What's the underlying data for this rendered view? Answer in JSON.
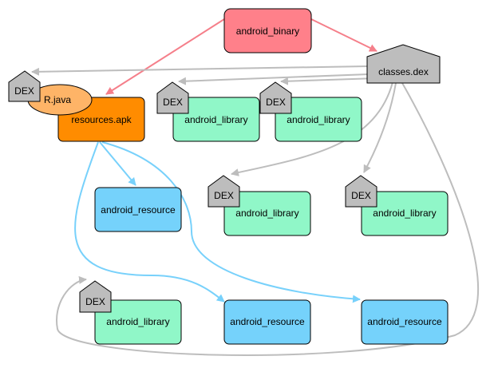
{
  "colors": {
    "binary": "#ff808a",
    "apk": "#ff8c00",
    "library": "#90f7c8",
    "resource": "#75d2fb",
    "rjava": "#feb467",
    "dex": "#bdbdbd",
    "edge_red": "#f57f8a",
    "edge_gray": "#bdbdbd",
    "edge_blue": "#78d1fb"
  },
  "nodes": {
    "android_binary": "android_binary",
    "classes_dex": "classes.dex",
    "resources_apk": "resources.apk",
    "r_java": "R.java",
    "lib1": "android_library",
    "lib2": "android_library",
    "lib3": "android_library",
    "lib4": "android_library",
    "lib5": "android_library",
    "res1": "android_resource",
    "res2": "android_resource",
    "res3": "android_resource"
  },
  "dex_badges": {
    "apk": "DEX",
    "lib1": "DEX",
    "lib2": "DEX",
    "lib3": "DEX",
    "lib4": "DEX",
    "lib5": "DEX"
  }
}
